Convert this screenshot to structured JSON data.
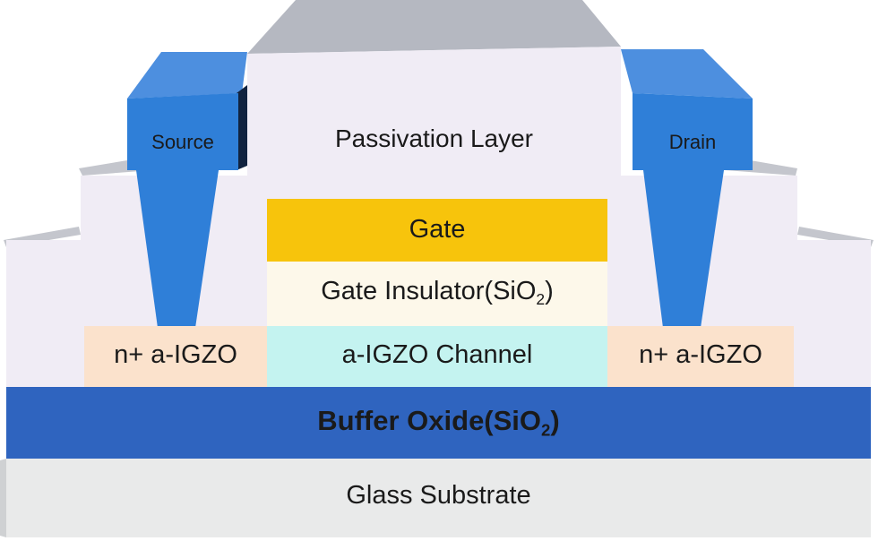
{
  "diagram": {
    "layers": {
      "passivation": "Passivation Layer",
      "gate": "Gate",
      "gate_insulator": "Gate Insulator(SiO",
      "gate_insulator_sub": "2",
      "gate_insulator_close": ")",
      "channel": "a-IGZO Channel",
      "n_plus_left": "n+ a-IGZO",
      "n_plus_right": "n+ a-IGZO",
      "buffer_oxide": "Buffer Oxide(SiO",
      "buffer_oxide_sub": "2",
      "buffer_oxide_close": ")",
      "substrate": "Glass Substrate"
    },
    "contacts": {
      "source": "Source",
      "drain": "Drain"
    }
  },
  "colors": {
    "substrate_front": "#e9eaea",
    "buffer_front": "#2f64bf",
    "passivation_front": "#f0ecf5",
    "passivation_top": "#b5b8c1",
    "contact_front": "#2f7fd8",
    "contact_top": "#4d8fdf",
    "gate_front": "#f7c40c",
    "insulator_front": "#fdf8ea",
    "channel_front": "#c4f3f0",
    "n_plus_front": "#fbe2cc"
  }
}
